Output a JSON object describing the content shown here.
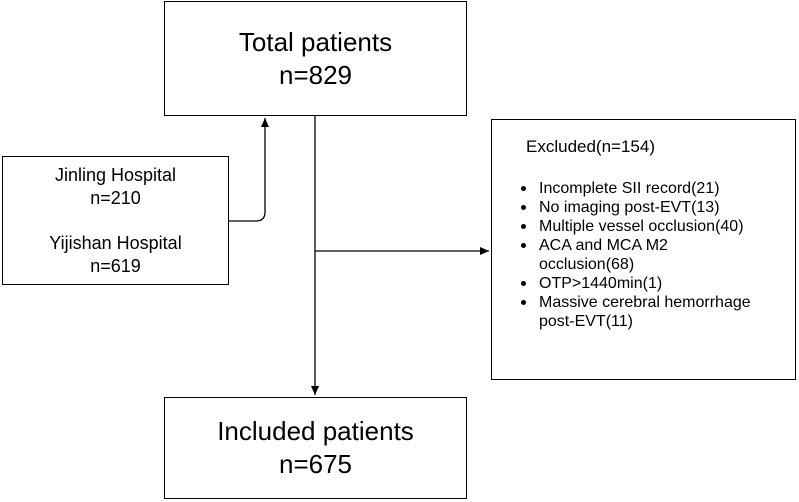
{
  "total": {
    "title": "Total patients",
    "count": "n=829"
  },
  "sources": {
    "hospital_1_name": "Jinling Hospital",
    "hospital_1_count": "n=210",
    "hospital_2_name": "Yijishan Hospital",
    "hospital_2_count": "n=619"
  },
  "excluded": {
    "title": "Excluded(n=154)",
    "items": [
      [
        "Incomplete SII record(21)"
      ],
      [
        "No imaging post-EVT(13)"
      ],
      [
        "Multiple vessel occlusion(40)"
      ],
      [
        "ACA and MCA M2",
        "occlusion(68)"
      ],
      [
        "OTP>1440min(1)"
      ],
      [
        "Massive cerebral hemorrhage",
        "post-EVT(11)"
      ]
    ]
  },
  "included": {
    "title": "Included patients",
    "count": "n=675"
  },
  "colors": {
    "line": "#000000",
    "box_border": "#000000",
    "background": "#ffffff"
  }
}
